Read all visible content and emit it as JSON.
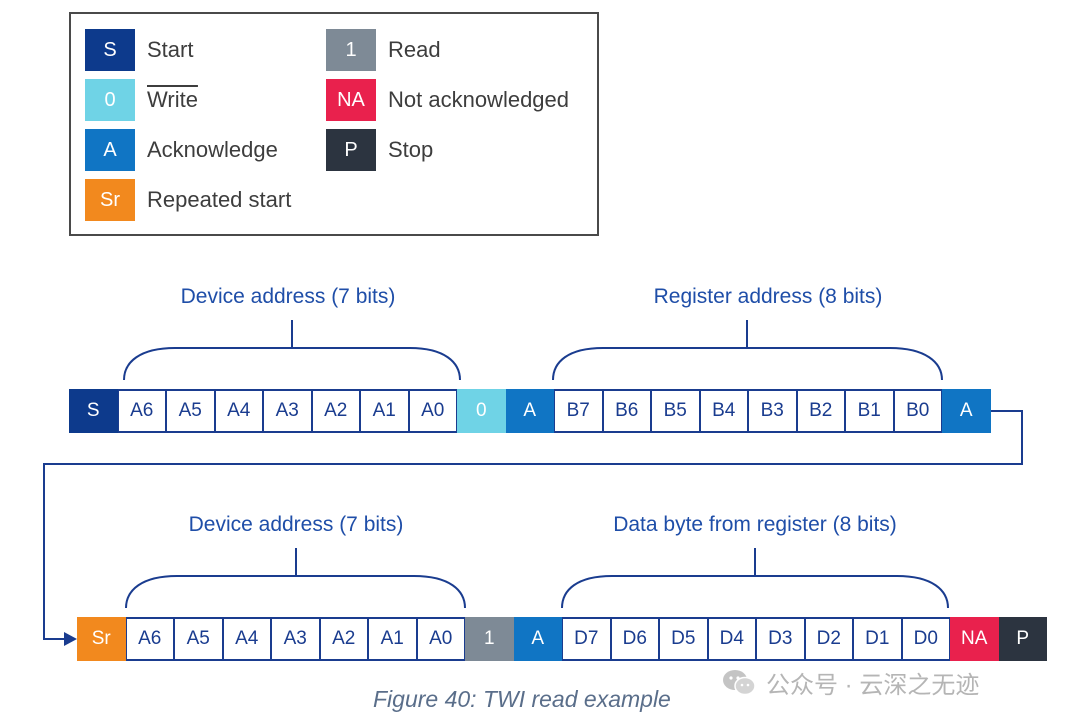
{
  "colors": {
    "start": "#0d3a8c",
    "write": "#6fd3e6",
    "ack": "#1075c4",
    "repeated_start": "#f2891e",
    "read": "#7e8a96",
    "nack": "#e9214d",
    "stop": "#2c3440",
    "line": "#1a3c8f"
  },
  "legend": {
    "items": [
      {
        "symbol": "S",
        "label": "Start",
        "color_key": "start",
        "icon": "start-icon"
      },
      {
        "symbol": "0",
        "label": "Write",
        "color_key": "write",
        "icon": "write-icon",
        "overline": true
      },
      {
        "symbol": "A",
        "label": "Acknowledge",
        "color_key": "ack",
        "icon": "ack-icon"
      },
      {
        "symbol": "Sr",
        "label": "Repeated start",
        "color_key": "repeated_start",
        "icon": "repeated-start-icon"
      },
      {
        "symbol": "1",
        "label": "Read",
        "color_key": "read",
        "icon": "read-icon"
      },
      {
        "symbol": "NA",
        "label": "Not acknowledged",
        "color_key": "nack",
        "icon": "nack-icon"
      },
      {
        "symbol": "P",
        "label": "Stop",
        "color_key": "stop",
        "icon": "stop-icon"
      }
    ]
  },
  "diagram": {
    "row1": {
      "cells": [
        {
          "text": "S",
          "type": "start"
        },
        {
          "text": "A6",
          "type": "bit"
        },
        {
          "text": "A5",
          "type": "bit"
        },
        {
          "text": "A4",
          "type": "bit"
        },
        {
          "text": "A3",
          "type": "bit"
        },
        {
          "text": "A2",
          "type": "bit"
        },
        {
          "text": "A1",
          "type": "bit"
        },
        {
          "text": "A0",
          "type": "bit"
        },
        {
          "text": "0",
          "type": "write"
        },
        {
          "text": "A",
          "type": "ack"
        },
        {
          "text": "B7",
          "type": "bit"
        },
        {
          "text": "B6",
          "type": "bit"
        },
        {
          "text": "B5",
          "type": "bit"
        },
        {
          "text": "B4",
          "type": "bit"
        },
        {
          "text": "B3",
          "type": "bit"
        },
        {
          "text": "B2",
          "type": "bit"
        },
        {
          "text": "B1",
          "type": "bit"
        },
        {
          "text": "B0",
          "type": "bit"
        },
        {
          "text": "A",
          "type": "ack"
        }
      ],
      "labels": [
        "Device address (7 bits)",
        "Register address (8 bits)"
      ]
    },
    "row2": {
      "cells": [
        {
          "text": "Sr",
          "type": "repeated_start"
        },
        {
          "text": "A6",
          "type": "bit"
        },
        {
          "text": "A5",
          "type": "bit"
        },
        {
          "text": "A4",
          "type": "bit"
        },
        {
          "text": "A3",
          "type": "bit"
        },
        {
          "text": "A2",
          "type": "bit"
        },
        {
          "text": "A1",
          "type": "bit"
        },
        {
          "text": "A0",
          "type": "bit"
        },
        {
          "text": "1",
          "type": "read"
        },
        {
          "text": "A",
          "type": "ack"
        },
        {
          "text": "D7",
          "type": "bit"
        },
        {
          "text": "D6",
          "type": "bit"
        },
        {
          "text": "D5",
          "type": "bit"
        },
        {
          "text": "D4",
          "type": "bit"
        },
        {
          "text": "D3",
          "type": "bit"
        },
        {
          "text": "D2",
          "type": "bit"
        },
        {
          "text": "D1",
          "type": "bit"
        },
        {
          "text": "D0",
          "type": "bit"
        },
        {
          "text": "NA",
          "type": "nack"
        },
        {
          "text": "P",
          "type": "stop"
        }
      ],
      "labels": [
        "Device address (7 bits)",
        "Data byte from register (8 bits)"
      ]
    }
  },
  "caption": "Figure 40: TWI read example",
  "watermark": "公众号 · 云深之无迹"
}
